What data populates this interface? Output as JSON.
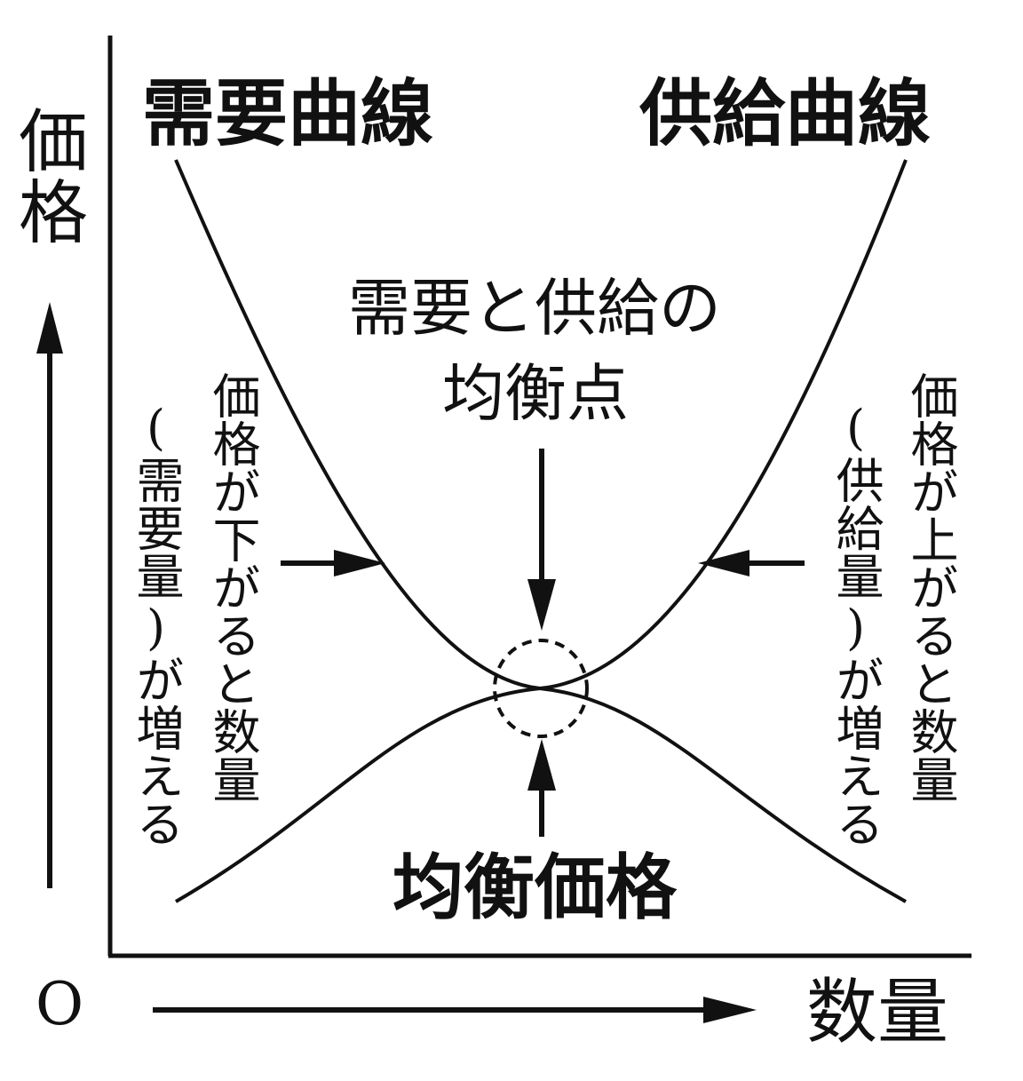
{
  "axes": {
    "y_label": "価格",
    "x_label": "数量",
    "origin": "O"
  },
  "curves": {
    "demand": "需要曲線",
    "supply": "供給曲線"
  },
  "equilibrium": {
    "point_line1": "需要と供給の",
    "point_line2": "均衡点",
    "price": "均衡価格"
  },
  "left_note": {
    "line1": "価格が下がると数量",
    "line2": "(需要量)が増える"
  },
  "right_note": {
    "line1": "価格が上がると数量",
    "line2": "(供給量)が増える"
  }
}
